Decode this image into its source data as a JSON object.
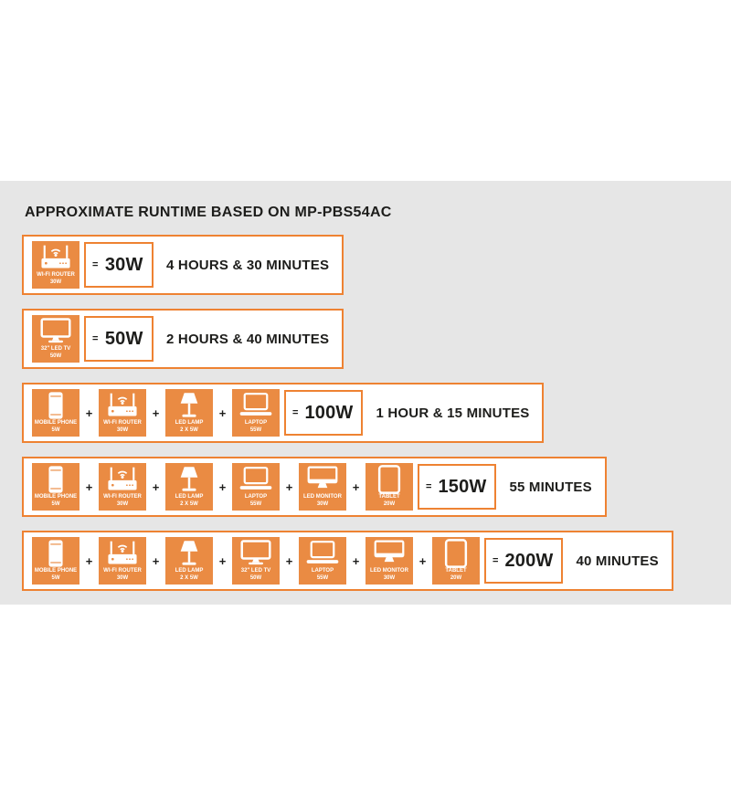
{
  "panel": {
    "title": "APPROXIMATE RUNTIME BASED ON MP-PBS54AC"
  },
  "colors": {
    "accent_orange": "#EE8232",
    "tile_orange": "#EA8B43",
    "panel_gray": "#E6E6E6",
    "text_dark": "#1D1D1B"
  },
  "equals_symbol": "=",
  "plus_symbol": "+",
  "rows": [
    {
      "devices": [
        {
          "name": "WI-FI ROUTER",
          "watt": "30W",
          "icon": "wifi-router-icon"
        }
      ],
      "total": "30W",
      "runtime": "4 HOURS & 30 MINUTES"
    },
    {
      "devices": [
        {
          "name": "32\" LED TV",
          "watt": "50W",
          "icon": "led-tv-icon"
        }
      ],
      "total": "50W",
      "runtime": "2 HOURS & 40 MINUTES"
    },
    {
      "devices": [
        {
          "name": "MOBILE PHONE",
          "watt": "5W",
          "icon": "mobile-phone-icon"
        },
        {
          "name": "WI-FI ROUTER",
          "watt": "30W",
          "icon": "wifi-router-icon"
        },
        {
          "name": "LED LAMP",
          "watt": "2 X 5W",
          "icon": "led-lamp-icon"
        },
        {
          "name": "LAPTOP",
          "watt": "55W",
          "icon": "laptop-icon"
        }
      ],
      "total": "100W",
      "runtime": "1 HOUR & 15 MINUTES"
    },
    {
      "devices": [
        {
          "name": "MOBILE PHONE",
          "watt": "5W",
          "icon": "mobile-phone-icon"
        },
        {
          "name": "WI-FI ROUTER",
          "watt": "30W",
          "icon": "wifi-router-icon"
        },
        {
          "name": "LED LAMP",
          "watt": "2 X 5W",
          "icon": "led-lamp-icon"
        },
        {
          "name": "LAPTOP",
          "watt": "55W",
          "icon": "laptop-icon"
        },
        {
          "name": "LED MONITOR",
          "watt": "30W",
          "icon": "led-monitor-icon"
        },
        {
          "name": "TABLET",
          "watt": "20W",
          "icon": "tablet-icon"
        }
      ],
      "total": "150W",
      "runtime": "55 MINUTES"
    },
    {
      "devices": [
        {
          "name": "MOBILE PHONE",
          "watt": "5W",
          "icon": "mobile-phone-icon"
        },
        {
          "name": "WI-FI ROUTER",
          "watt": "30W",
          "icon": "wifi-router-icon"
        },
        {
          "name": "LED LAMP",
          "watt": "2 X 5W",
          "icon": "led-lamp-icon"
        },
        {
          "name": "32\" LED TV",
          "watt": "50W",
          "icon": "led-tv-icon"
        },
        {
          "name": "LAPTOP",
          "watt": "55W",
          "icon": "laptop-icon"
        },
        {
          "name": "LED MONITOR",
          "watt": "30W",
          "icon": "led-monitor-icon"
        },
        {
          "name": "TABLET",
          "watt": "20W",
          "icon": "tablet-icon"
        }
      ],
      "total": "200W",
      "runtime": "40 MINUTES"
    }
  ]
}
